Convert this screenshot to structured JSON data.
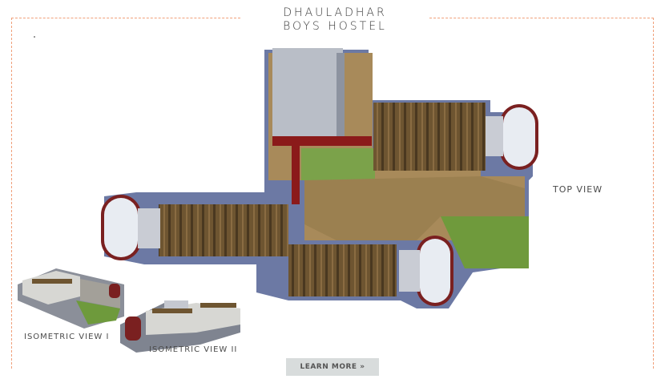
{
  "header": {
    "title_line1": "DHAULADHAR",
    "title_line2": "BOYS HOSTEL"
  },
  "views": {
    "top_view_label": "TOP VIEW",
    "iso1_label": "ISOMETRIC VIEW I",
    "iso2_label": "ISOMETRIC VIEW II"
  },
  "actions": {
    "learn_more_label": "LEARN MORE »"
  },
  "colors": {
    "frame_accent": "#f0a07a",
    "roof_brown": "#6e5531",
    "lawn_green": "#6f9a3c",
    "shadow_blue": "#5c6a9a",
    "accent_red": "#8b1a1a"
  }
}
